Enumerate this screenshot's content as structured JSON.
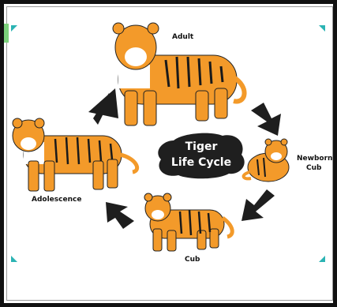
{
  "title": {
    "line1": "Tiger",
    "line2": "Life Cycle"
  },
  "stages": [
    {
      "id": "adult",
      "label": "Adult"
    },
    {
      "id": "newborn",
      "label_line1": "Newborn",
      "label_line2": "Cub"
    },
    {
      "id": "cub",
      "label": "Cub"
    },
    {
      "id": "adolescence",
      "label": "Adolescence"
    }
  ],
  "colors": {
    "tiger_orange": "#f39a2a",
    "stripe": "#1a1a1a",
    "arrow": "#1e1e1e",
    "blob": "#1f1f1f",
    "frame": "#111111",
    "accent_corner": "#2bb3b3",
    "accent_tab": "#7bd17b"
  }
}
